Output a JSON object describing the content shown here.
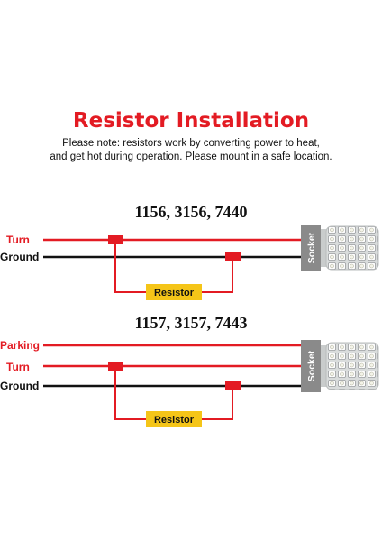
{
  "title": "Resistor Installation",
  "note_line1": "Please note: resistors work by converting power to heat,",
  "note_line2": "and get hot during operation. Please mount in a safe location.",
  "diagram1": {
    "heading": "1156, 3156, 7440",
    "wires": [
      "Turn",
      "Ground"
    ],
    "resistor_label": "Resistor",
    "socket_label": "Socket"
  },
  "diagram2": {
    "heading": "1157, 3157, 7443",
    "wires": [
      "Parking",
      "Turn",
      "Ground"
    ],
    "resistor_label": "Resistor",
    "socket_label": "Socket"
  },
  "colors": {
    "title": "#e31b23",
    "wire_red": "#e31b23",
    "wire_black": "#111111",
    "resistor_fill": "#f5c518",
    "socket_fill": "#8a8a8a"
  }
}
